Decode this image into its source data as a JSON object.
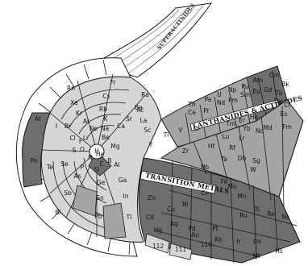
{
  "title": "",
  "regions": {
    "superactinides": "SUPERACTINIDES",
    "lanthanides_actinides": "LANTHANIDES & ACTINIDES",
    "transition_metals": "TRANSITION METALS"
  },
  "shade_colors": {
    "light": "#d6d6d6",
    "mid": "#a4a4a4",
    "dark": "#6e6e6e",
    "darker": "#4c4c4c",
    "outline": "#1a1a1a"
  },
  "main_body_elements": [
    {
      "symbol": "H",
      "shade": "light"
    },
    {
      "symbol": "He",
      "shade": "light"
    },
    {
      "symbol": "Li",
      "shade": "light"
    },
    {
      "symbol": "Be",
      "shade": "light"
    },
    {
      "symbol": "B",
      "shade": "mid"
    },
    {
      "symbol": "C",
      "shade": "light"
    },
    {
      "symbol": "N",
      "shade": "light"
    },
    {
      "symbol": "O",
      "shade": "light"
    },
    {
      "symbol": "F",
      "shade": "light"
    },
    {
      "symbol": "Ne",
      "shade": "light"
    },
    {
      "symbol": "Na",
      "shade": "light"
    },
    {
      "symbol": "Mg",
      "shade": "light"
    },
    {
      "symbol": "Al",
      "shade": "mid"
    },
    {
      "symbol": "Si",
      "shade": "dark"
    },
    {
      "symbol": "P",
      "shade": "light"
    },
    {
      "symbol": "S",
      "shade": "light"
    },
    {
      "symbol": "Cl",
      "shade": "light"
    },
    {
      "symbol": "Ar",
      "shade": "light"
    },
    {
      "symbol": "K",
      "shade": "light"
    },
    {
      "symbol": "Ca",
      "shade": "light"
    },
    {
      "symbol": "Ga",
      "shade": "mid"
    },
    {
      "symbol": "Ge",
      "shade": "mid"
    },
    {
      "symbol": "As",
      "shade": "mid"
    },
    {
      "symbol": "Se",
      "shade": "light"
    },
    {
      "symbol": "Br",
      "shade": "light"
    },
    {
      "symbol": "Kr",
      "shade": "light"
    },
    {
      "symbol": "Rb",
      "shade": "light"
    },
    {
      "symbol": "Sr",
      "shade": "light"
    },
    {
      "symbol": "In",
      "shade": "mid"
    },
    {
      "symbol": "Sn",
      "shade": "mid"
    },
    {
      "symbol": "Sb",
      "shade": "mid"
    },
    {
      "symbol": "Te",
      "shade": "light"
    },
    {
      "symbol": "I",
      "shade": "light"
    },
    {
      "symbol": "Xe",
      "shade": "light"
    },
    {
      "symbol": "Cs",
      "shade": "light"
    },
    {
      "symbol": "Ba",
      "shade": "light"
    },
    {
      "symbol": "Tl",
      "shade": "mid"
    },
    {
      "symbol": "Pb",
      "shade": "mid"
    },
    {
      "symbol": "Bi",
      "shade": "mid"
    },
    {
      "symbol": "Po",
      "shade": "dark"
    },
    {
      "symbol": "At",
      "shade": "light"
    },
    {
      "symbol": "Rn",
      "shade": "light"
    },
    {
      "symbol": "Fr",
      "shade": "light"
    },
    {
      "symbol": "Ra",
      "shade": "light"
    },
    {
      "symbol": "Sc",
      "shade": "light"
    },
    {
      "symbol": "Y",
      "shade": "light"
    },
    {
      "symbol": "La",
      "shade": "light"
    },
    {
      "symbol": "Ac",
      "shade": "light"
    }
  ],
  "lanthanide_actinide_elements": [
    {
      "symbol": "Th",
      "shade": "light"
    },
    {
      "symbol": "Pa",
      "shade": "mid"
    },
    {
      "symbol": "U",
      "shade": "mid"
    },
    {
      "symbol": "Np",
      "shade": "mid"
    },
    {
      "symbol": "Pu",
      "shade": "mid"
    },
    {
      "symbol": "Am",
      "shade": "mid"
    },
    {
      "symbol": "Cm",
      "shade": "mid"
    },
    {
      "symbol": "Bk",
      "shade": "mid"
    },
    {
      "symbol": "Ce",
      "shade": "light"
    },
    {
      "symbol": "Pr",
      "shade": "light"
    },
    {
      "symbol": "Nd",
      "shade": "light"
    },
    {
      "symbol": "Pm",
      "shade": "light"
    },
    {
      "symbol": "Sm",
      "shade": "light"
    },
    {
      "symbol": "Eu",
      "shade": "light"
    },
    {
      "symbol": "Gd",
      "shade": "light"
    },
    {
      "symbol": "Tb",
      "shade": "light"
    },
    {
      "symbol": "Dy",
      "shade": "mid"
    },
    {
      "symbol": "Cf",
      "shade": "mid"
    },
    {
      "symbol": "Es",
      "shade": "mid"
    },
    {
      "symbol": "Fm",
      "shade": "mid"
    },
    {
      "symbol": "Md",
      "shade": "mid"
    },
    {
      "symbol": "Ho",
      "shade": "light"
    },
    {
      "symbol": "Er",
      "shade": "light"
    },
    {
      "symbol": "Tm",
      "shade": "light"
    },
    {
      "symbol": "Yb",
      "shade": "light"
    },
    {
      "symbol": "Lu",
      "shade": "light"
    },
    {
      "symbol": "Lr",
      "shade": "mid"
    },
    {
      "symbol": "No",
      "shade": "mid"
    }
  ],
  "transition_elements": [
    {
      "symbol": "Ti",
      "shade": "mid"
    },
    {
      "symbol": "Zr",
      "shade": "mid"
    },
    {
      "symbol": "Hf",
      "shade": "mid"
    },
    {
      "symbol": "Rf",
      "shade": "mid"
    },
    {
      "symbol": "V",
      "shade": "mid"
    },
    {
      "symbol": "Nb",
      "shade": "mid"
    },
    {
      "symbol": "Ta",
      "shade": "mid"
    },
    {
      "symbol": "Db",
      "shade": "mid"
    },
    {
      "symbol": "Cr",
      "shade": "mid"
    },
    {
      "symbol": "Mo",
      "shade": "mid"
    },
    {
      "symbol": "W",
      "shade": "mid"
    },
    {
      "symbol": "Sg",
      "shade": "mid"
    },
    {
      "symbol": "Mn",
      "shade": "dark"
    },
    {
      "symbol": "Tc",
      "shade": "dark"
    },
    {
      "symbol": "Re",
      "shade": "dark"
    },
    {
      "symbol": "Ns",
      "shade": "dark"
    },
    {
      "symbol": "Fe",
      "shade": "dark"
    },
    {
      "symbol": "Ru",
      "shade": "dark"
    },
    {
      "symbol": "Os",
      "shade": "dark"
    },
    {
      "symbol": "Hs",
      "shade": "dark"
    },
    {
      "symbol": "Co",
      "shade": "dark"
    },
    {
      "symbol": "Rh",
      "shade": "dark"
    },
    {
      "symbol": "Ir",
      "shade": "dark"
    },
    {
      "symbol": "Mt",
      "shade": "dark"
    },
    {
      "symbol": "Ni",
      "shade": "dark"
    },
    {
      "symbol": "Pd",
      "shade": "dark"
    },
    {
      "symbol": "Pt",
      "shade": "dark"
    },
    {
      "symbol": "110",
      "shade": "dark"
    },
    {
      "symbol": "Cu",
      "shade": "dark"
    },
    {
      "symbol": "Ag",
      "shade": "dark"
    },
    {
      "symbol": "Au",
      "shade": "dark"
    },
    {
      "symbol": "111",
      "shade": "light"
    },
    {
      "symbol": "Zn",
      "shade": "dark"
    },
    {
      "symbol": "Cd",
      "shade": "dark"
    },
    {
      "symbol": "Hg",
      "shade": "dark"
    },
    {
      "symbol": "112",
      "shade": "light"
    }
  ]
}
